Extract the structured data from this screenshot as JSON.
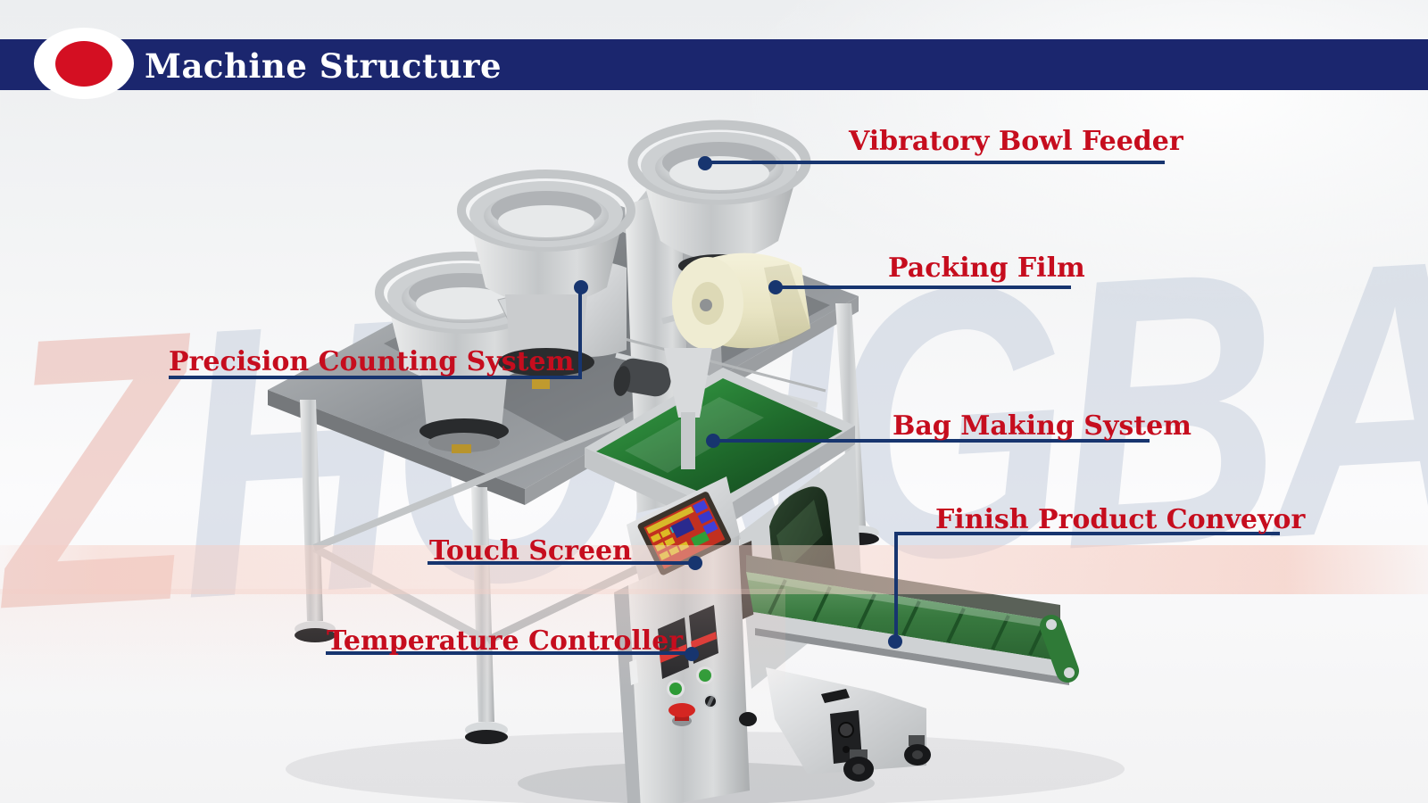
{
  "header": {
    "title": "Machine Structure"
  },
  "theme": {
    "header_navy": "#1b266e",
    "header_red": "#d40f22",
    "label_red": "#c60d1e",
    "leader_navy": "#17356f",
    "belt_green": "#2f7a37",
    "film_cream": "#eee9cd"
  },
  "watermark": {
    "text": "ZHONGBAI",
    "z": "Z",
    "rest": "HONGBAI"
  },
  "labels": [
    {
      "id": "vibratory-bowl-feeder",
      "text": "Vibratory Bowl Feeder"
    },
    {
      "id": "packing-film",
      "text": "Packing Film"
    },
    {
      "id": "precision-counting-system",
      "text": "Precision Counting System"
    },
    {
      "id": "bag-making-system",
      "text": "Bag Making System"
    },
    {
      "id": "touch-screen",
      "text": "Touch Screen"
    },
    {
      "id": "finish-product-conveyor",
      "text": "Finish Product Conveyor"
    },
    {
      "id": "temperature-controller",
      "text": "Temperature Controller"
    }
  ],
  "machine": {
    "alt": "3D render of an automatic counting and packing machine with three vibratory bowl feeders, packing film roll, bag making chamber, touch screen cabinet and finished product conveyor"
  }
}
